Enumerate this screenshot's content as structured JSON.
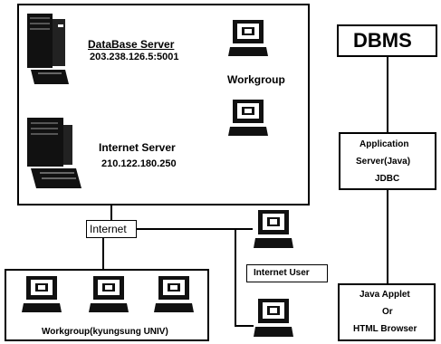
{
  "db_server": {
    "name": "DataBase Server",
    "address": "203.238.126.5:5001"
  },
  "internet_server": {
    "name": "Internet Server",
    "address": "210.122.180.250"
  },
  "workgroup_top": {
    "label": "Workgroup"
  },
  "internet": {
    "label": "Internet"
  },
  "internet_user": {
    "label": "Internet User"
  },
  "workgroup_bottom": {
    "label": "Workgroup(kyungsung UNIV)"
  },
  "dbms": {
    "label": "DBMS"
  },
  "app_server": {
    "line1": "Application",
    "line2": "Server(Java)",
    "line3": "JDBC"
  },
  "client": {
    "line1": "Java Applet",
    "line2": "Or",
    "line3": "HTML Browser"
  },
  "icons": {
    "server_tower": "server-tower-icon",
    "computer": "computer-icon"
  }
}
